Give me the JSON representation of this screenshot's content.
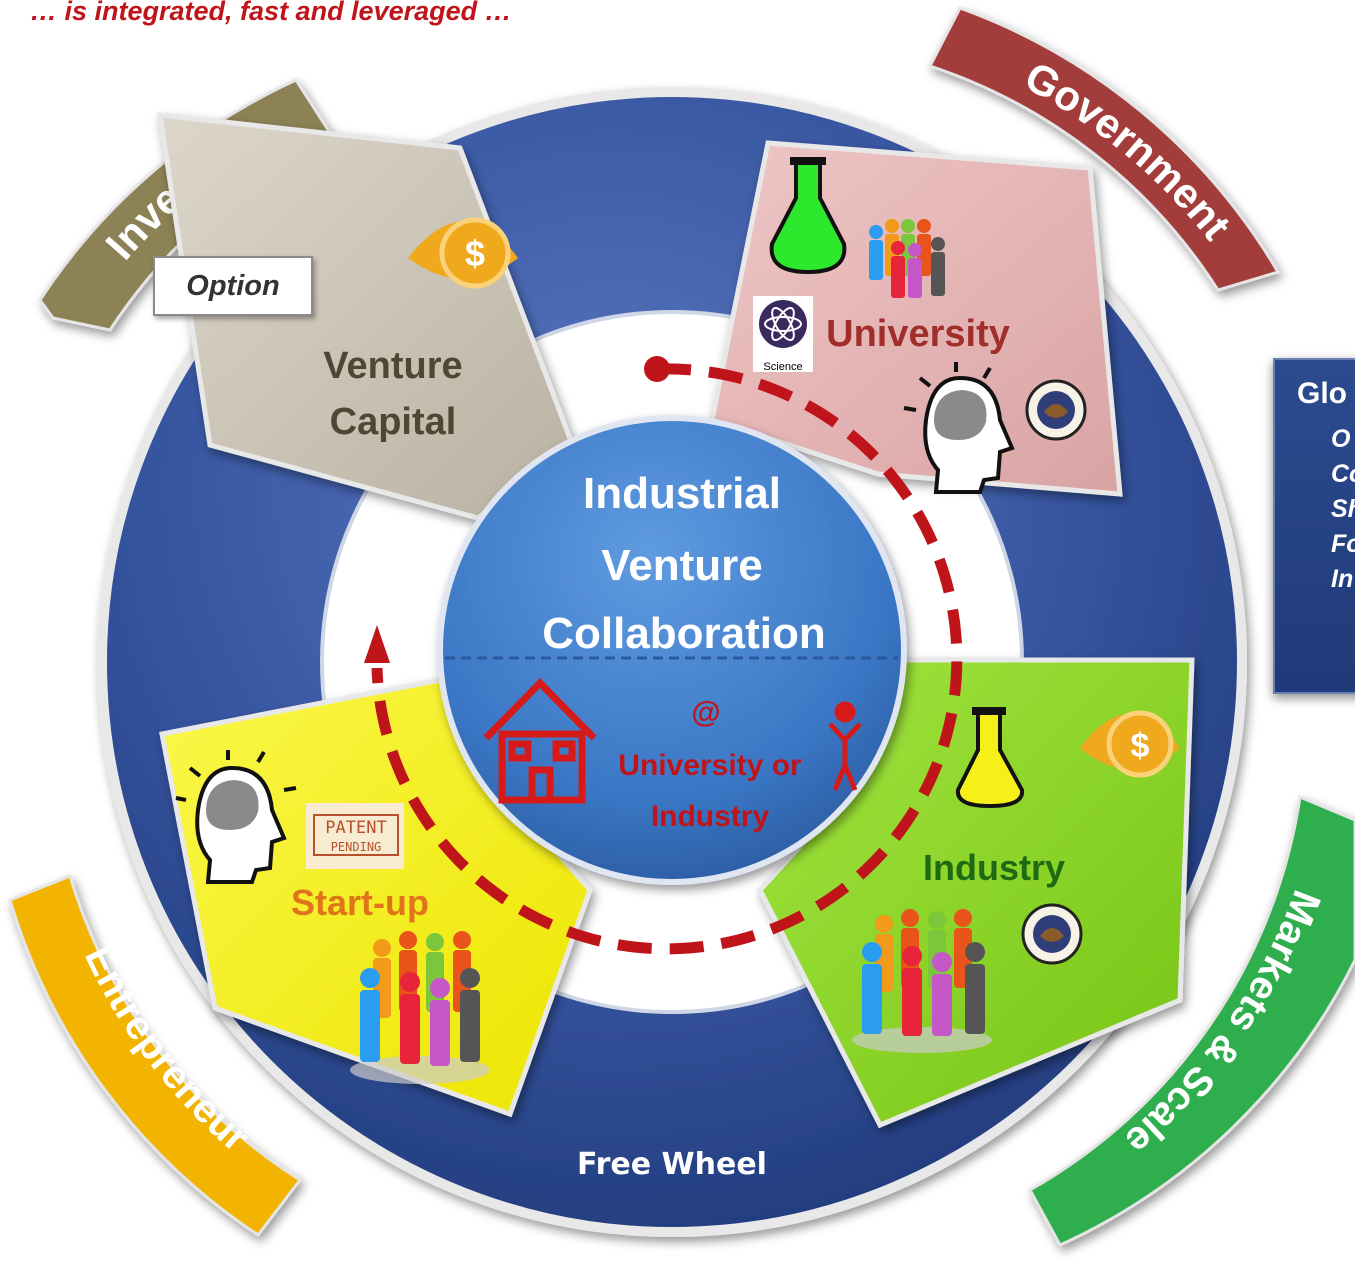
{
  "tagline": "… is integrated, fast and leveraged …",
  "hub": {
    "line1": "Industrial",
    "line2": "Venture",
    "line3": "Collaboration",
    "at_symbol": "@",
    "location_line1": "University or",
    "location_line2": "Industry"
  },
  "outer_labels": {
    "investors": "Investors",
    "government": "Government",
    "entrepreneur": "Entrepreneur",
    "markets": "Markets & Scale"
  },
  "segments": {
    "venture_capital_line1": "Venture",
    "venture_capital_line2": "Capital",
    "university": "University",
    "startup": "Start-up",
    "industry": "Industry"
  },
  "option_label": "Option",
  "science_logo_label": "Science",
  "patent_stamp": {
    "line1": "PATENT",
    "line2": "PENDING"
  },
  "wheel_label": "Free Wheel",
  "global_panel": {
    "title": "Glo",
    "items": [
      "O",
      "Co",
      "Sh",
      "Fo",
      "In"
    ]
  },
  "colors": {
    "wheel_blue": "#2f4d96",
    "hub_blue": "#3a76c4",
    "investors": "#8d8156",
    "government": "#a23d3a",
    "entrepreneur": "#f2b400",
    "markets": "#2fae4e",
    "venture_capital": "#c9c2b4",
    "university": "#e3b3b3",
    "startup": "#f5f01a",
    "industry": "#8ed62e",
    "accent_red": "#c0141b"
  }
}
